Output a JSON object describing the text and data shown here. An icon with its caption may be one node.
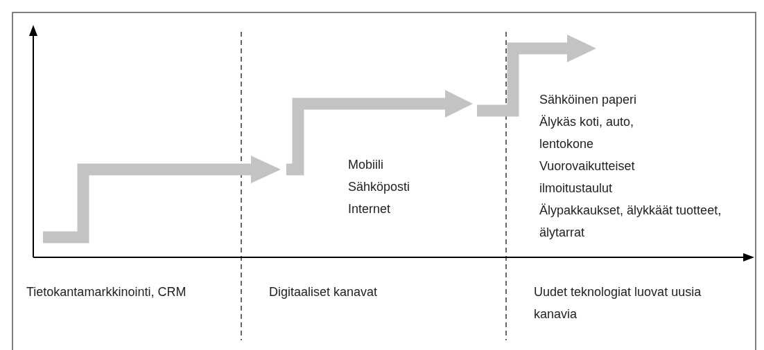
{
  "diagram": {
    "labels": [
      "Mobiili",
      "Sähköposti",
      "Internet",
      "Sähköinen paperi",
      "Älykäs koti, auto, lentokone",
      "Vuorovaikutteiset ilmoitustaulut",
      "Älypakkaukset, älykkäät tuotteet, älytarrat",
      "Tietokantamarkkinointi, CRM",
      "Digitaaliset kanavat",
      "Uudet teknologiat luovat uusia kanavia"
    ]
  }
}
